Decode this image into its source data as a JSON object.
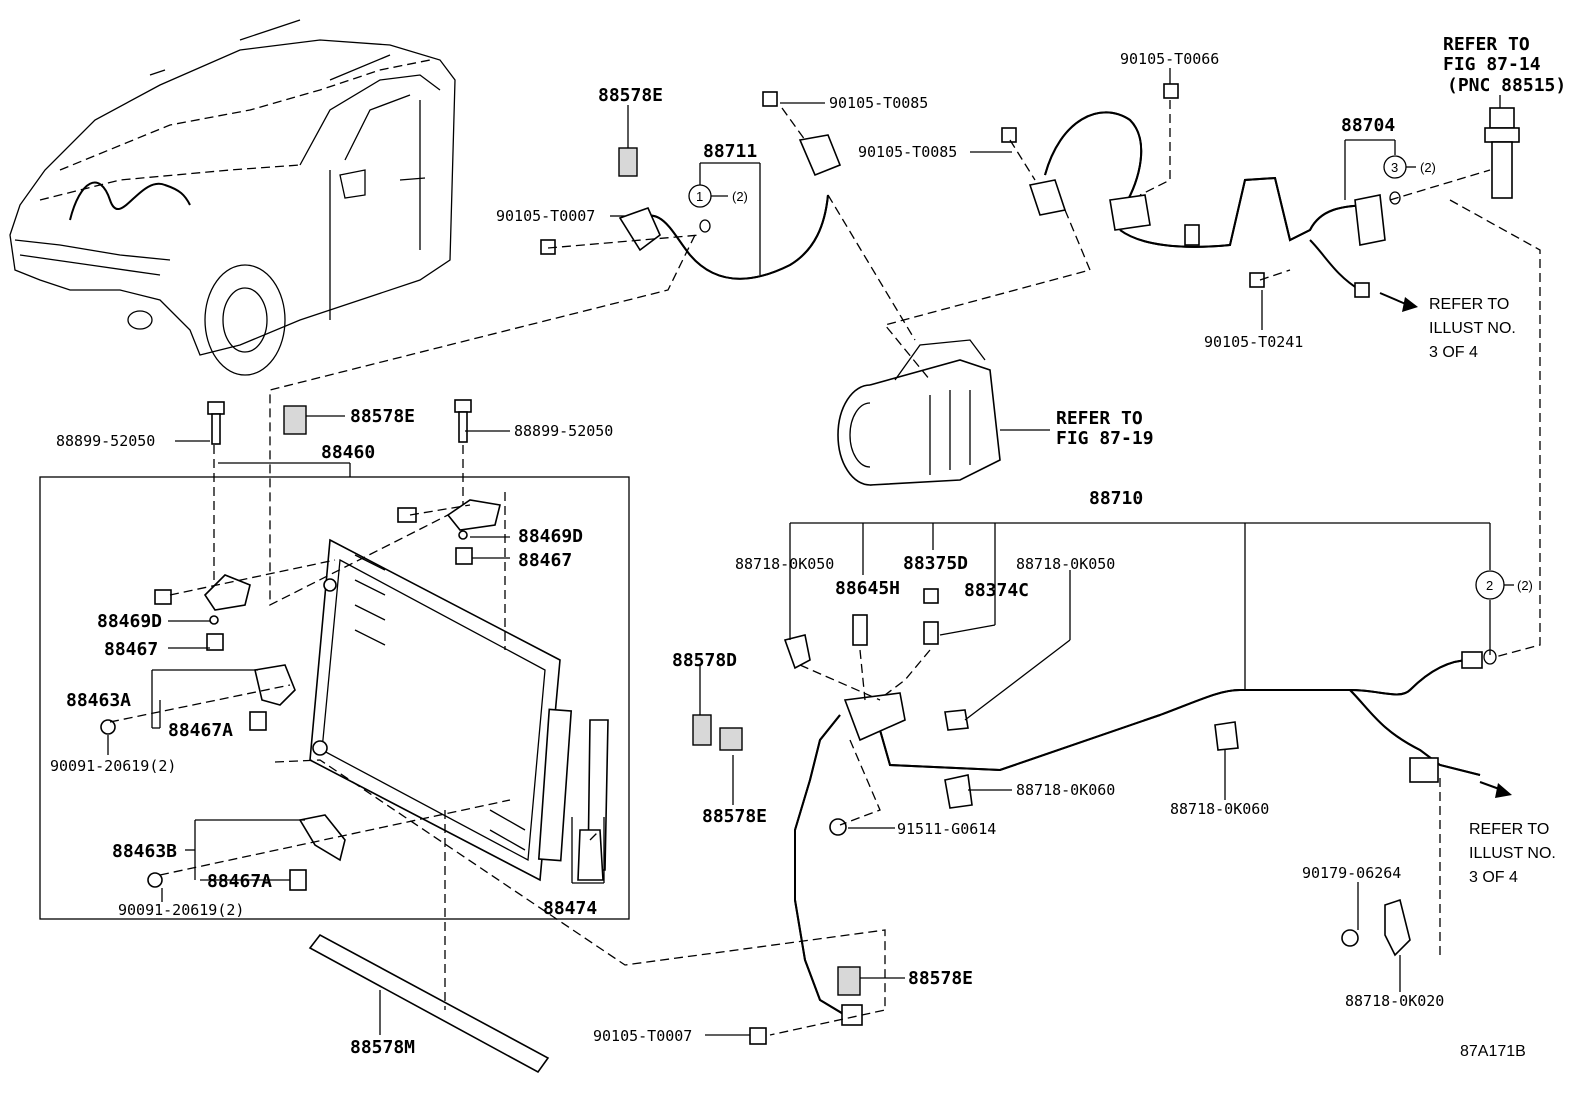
{
  "figure_code": "87A171B",
  "parts": {
    "p88578E_top": "88578E",
    "p88711": "88711",
    "p90105_T0007_top": "90105-T0007",
    "p90105_T0085_a": "90105-T0085",
    "p90105_T0085_b": "90105-T0085",
    "p90105_T0066": "90105-T0066",
    "p88704": "88704",
    "p90105_T0241": "90105-T0241",
    "p88899_left": "88899-52050",
    "p88578E_mid": "88578E",
    "p88899_right": "88899-52050",
    "p88460": "88460",
    "p88469D_right": "88469D",
    "p88467_right": "88467",
    "p88469D_left": "88469D",
    "p88467_left": "88467",
    "p88463A": "88463A",
    "p88467A_top": "88467A",
    "p90091_top": "90091-20619(2)",
    "p88463B": "88463B",
    "p88467A_bottom": "88467A",
    "p90091_bottom": "90091-20619(2)",
    "p88474": "88474",
    "p88578M": "88578M",
    "p88710": "88710",
    "p88718_0K050_a": "88718-0K050",
    "p88375D": "88375D",
    "p88718_0K050_b": "88718-0K050",
    "p88645H": "88645H",
    "p88374C": "88374C",
    "p88578D": "88578D",
    "p88578E_lower": "88578E",
    "p88718_0K060_a": "88718-0K060",
    "p88718_0K060_b": "88718-0K060",
    "p91511": "91511-G0614",
    "p88578E_bottom": "88578E",
    "p90105_T0007_bottom": "90105-T0007",
    "p90179": "90179-06264",
    "p88718_0K020": "88718-0K020"
  },
  "callouts": {
    "c1": "1",
    "c1_qty": "(2)",
    "c2": "2",
    "c2_qty": "(2)",
    "c3": "3",
    "c3_qty": "(2)"
  },
  "references": {
    "top_right": [
      "REFER TO",
      "FIG 87-14",
      "(PNC 88515)"
    ],
    "compressor": [
      "REFER TO",
      "FIG 87-19"
    ],
    "illust_upper": [
      "REFER TO",
      "ILLUST NO.",
      "3 OF 4"
    ],
    "illust_lower": [
      "REFER TO",
      "ILLUST NO.",
      "3 OF 4"
    ]
  }
}
